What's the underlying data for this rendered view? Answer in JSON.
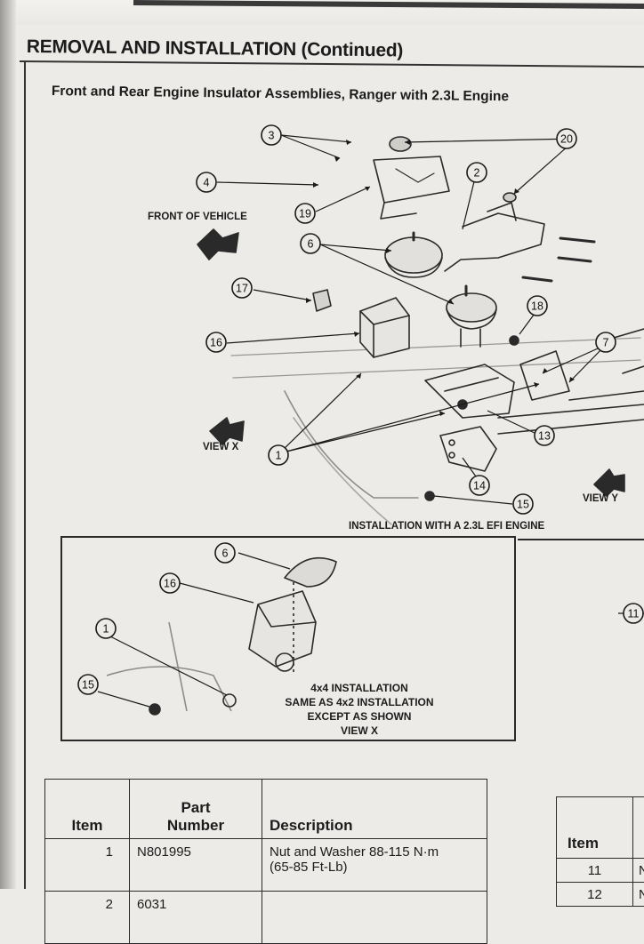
{
  "header": {
    "title": "REMOVAL AND INSTALLATION (Continued)",
    "section_title": "Front and Rear Engine Insulator Assemblies, Ranger with 2.3L Engine"
  },
  "diagram": {
    "callouts": [
      "1",
      "2",
      "3",
      "4",
      "6",
      "7",
      "13",
      "14",
      "15",
      "16",
      "17",
      "18",
      "19",
      "20"
    ],
    "labels": {
      "front": "FRONT OF VEHICLE",
      "view_x": "VIEW X",
      "view_y": "VIEW Y",
      "installation": "INSTALLATION WITH A 2.3L EFI ENGINE"
    }
  },
  "inset": {
    "callouts": [
      "1",
      "6",
      "15",
      "16"
    ],
    "caption_lines": [
      "4x4 INSTALLATION",
      "SAME AS 4x2 INSTALLATION",
      "EXCEPT AS SHOWN",
      "VIEW X"
    ],
    "right_callout": "11"
  },
  "parts_table": {
    "headers": {
      "item": "Item",
      "part_line1": "Part",
      "part_line2": "Number",
      "description": "Description"
    },
    "rows": [
      {
        "item": "1",
        "part": "N801995",
        "desc_line1": "Nut and Washer 88-115 N·m",
        "desc_line2": "(65-85 Ft-Lb)"
      },
      {
        "item": "2",
        "part": "6031",
        "desc_line1": "",
        "desc_line2": ""
      }
    ]
  },
  "parts_table_right": {
    "header": "Item",
    "rows": [
      {
        "item": "11",
        "part": "N"
      },
      {
        "item": "12",
        "part": "N"
      }
    ]
  }
}
